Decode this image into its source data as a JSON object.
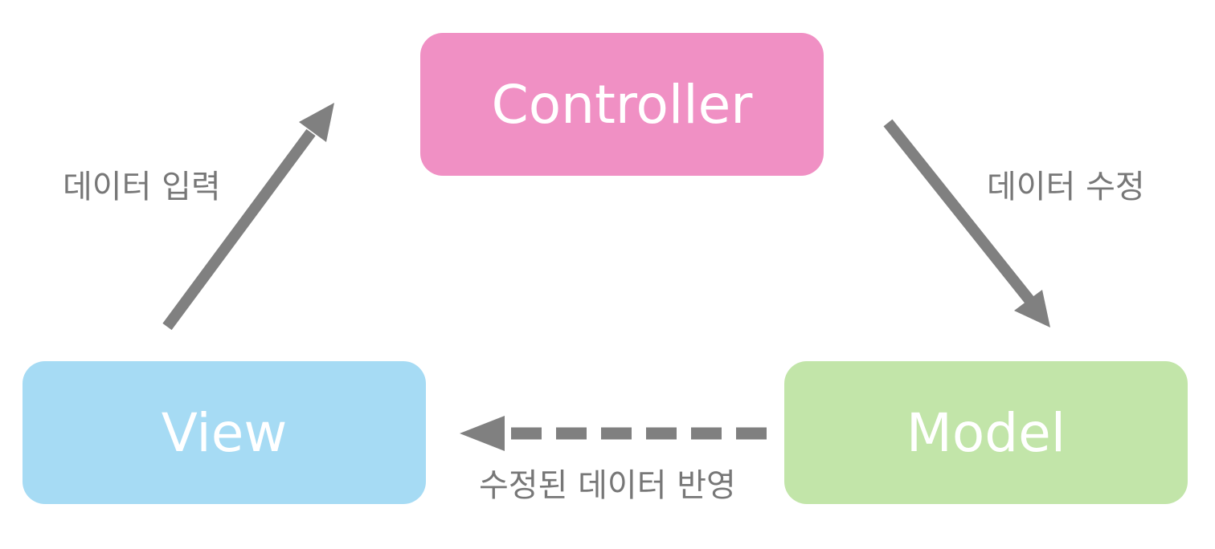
{
  "nodes": {
    "controller": {
      "label": "Controller",
      "color": "#f090c4"
    },
    "view": {
      "label": "View",
      "color": "#a6dbf4"
    },
    "model": {
      "label": "Model",
      "color": "#c2e5a9"
    }
  },
  "edges": {
    "view_to_controller": {
      "label": "데이터 입력",
      "style": "solid"
    },
    "controller_to_model": {
      "label": "데이터 수정",
      "style": "solid"
    },
    "model_to_view": {
      "label": "수정된 데이터 반영",
      "style": "dashed"
    }
  },
  "colors": {
    "arrow": "#808080",
    "label_text": "#777777",
    "node_text": "#ffffff"
  }
}
